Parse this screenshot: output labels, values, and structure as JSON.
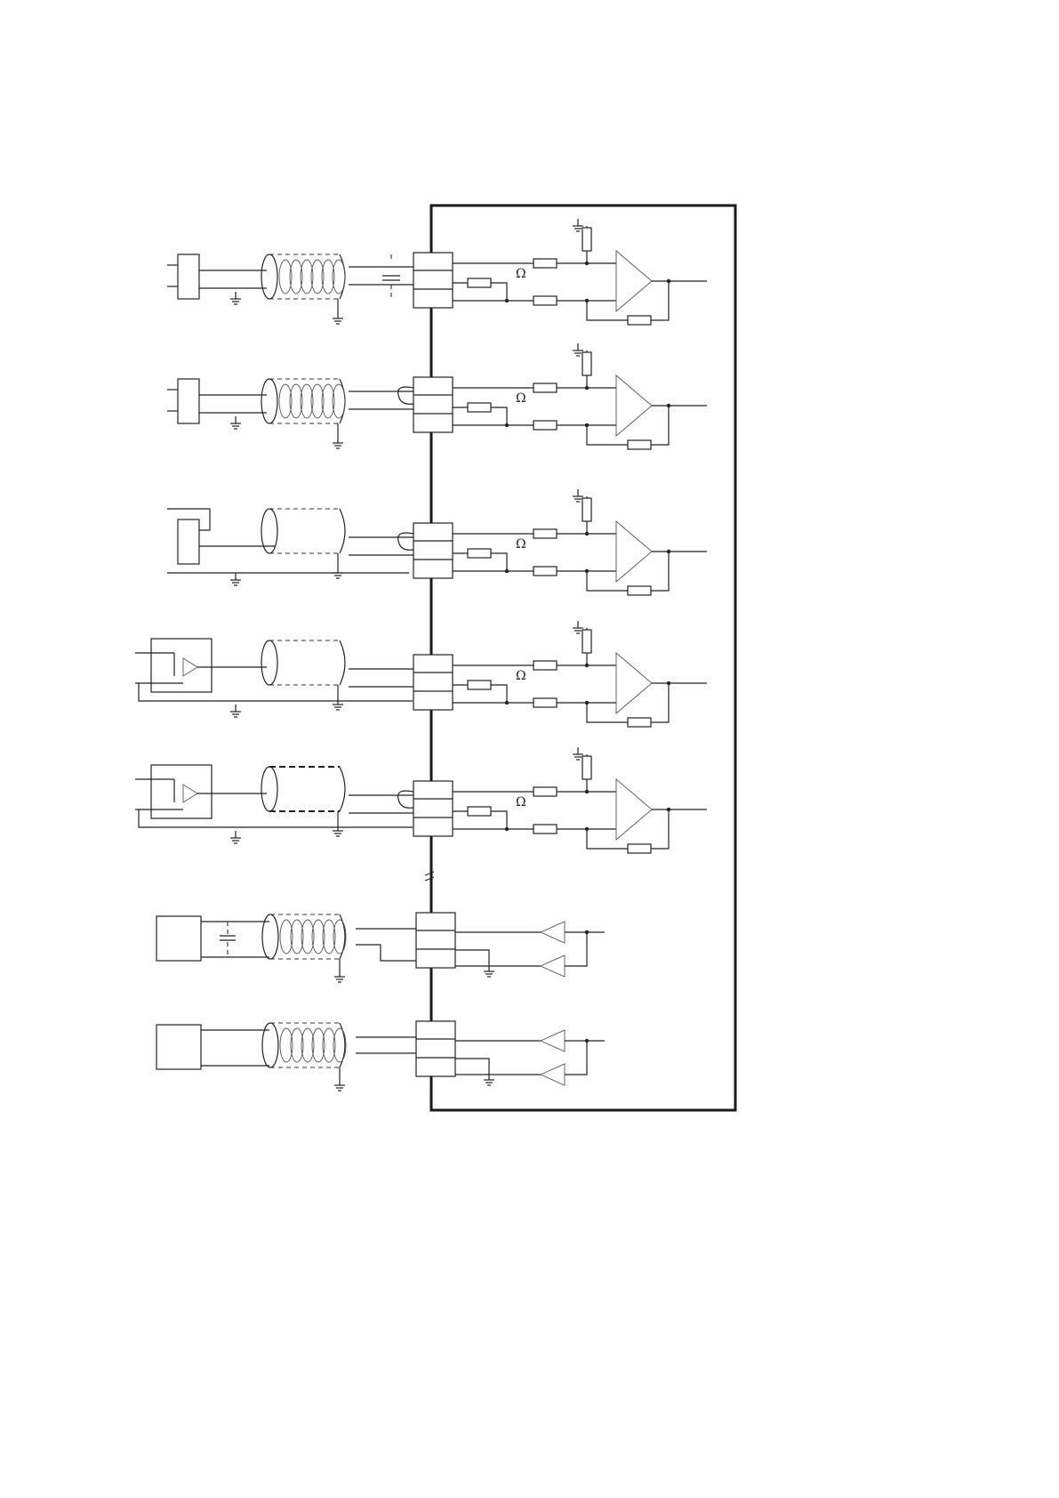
{
  "omega_symbol": "Ω",
  "colors": {
    "line": "#222222",
    "background": "#ffffff"
  },
  "analog_channels": [
    {
      "sensor": "box",
      "cable": "twisted-shielded",
      "connector_jumper": "capacitor",
      "has_omega_label": true
    },
    {
      "sensor": "box",
      "cable": "twisted-shielded",
      "connector_jumper": "loop",
      "has_omega_label": true
    },
    {
      "sensor": "bridged-box",
      "cable": "shielded",
      "connector_jumper": "loop",
      "has_omega_label": true
    },
    {
      "sensor": "amplifier-box",
      "cable": "shielded",
      "connector_jumper": "none",
      "has_omega_label": true
    },
    {
      "sensor": "amplifier-box",
      "cable": "shielded-bold",
      "connector_jumper": "loop",
      "has_omega_label": true
    }
  ],
  "digital_channels": [
    {
      "sensor": "box",
      "cable": "twisted-shielded",
      "has_capacitor": true
    },
    {
      "sensor": "box",
      "cable": "twisted-shielded",
      "has_capacitor": false
    }
  ]
}
